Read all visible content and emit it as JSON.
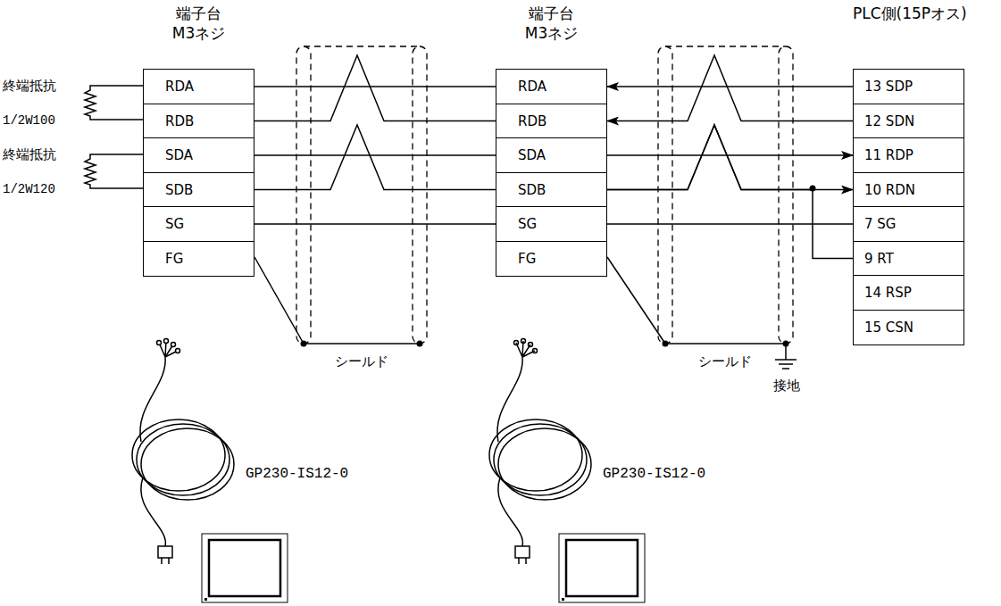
{
  "diagram": {
    "nodes": [
      {
        "text": [
          "端子台 M3ネジ"
        ]
      },
      {
        "text": [
          "RDA"
        ],
        "in": 0
      },
      {
        "text": [
          "RDB"
        ],
        "in": 0
      },
      {
        "text": [
          "SDA"
        ],
        "in": 0
      },
      {
        "text": [
          "SDB"
        ],
        "in": 0
      },
      {
        "text": [
          "SG"
        ],
        "in": 0
      },
      {
        "text": [
          "FG"
        ],
        "in": 0
      },
      {
        "text": [
          "端子台 M3ネジ"
        ]
      },
      {
        "text": [
          "RDA"
        ],
        "in": 7
      },
      {
        "text": [
          "RDB"
        ],
        "in": 7
      },
      {
        "text": [
          "SDA"
        ],
        "in": 7
      },
      {
        "text": [
          "SDB"
        ],
        "in": 7
      },
      {
        "text": [
          "SG"
        ],
        "in": 7
      },
      {
        "text": [
          "FG"
        ],
        "in": 7
      },
      {
        "text": [
          "PLC側(15Pオス)"
        ]
      },
      {
        "text": [
          "13 SDP"
        ],
        "in": 14
      },
      {
        "text": [
          "12 SDN"
        ],
        "in": 14
      },
      {
        "text": [
          "11 RDP"
        ],
        "in": 14
      },
      {
        "text": [
          "10 RDN"
        ],
        "in": 14
      },
      {
        "text": [
          "7 SG"
        ],
        "in": 14
      },
      {
        "text": [
          "9 RT"
        ],
        "in": 14
      },
      {
        "text": [
          "14 RSP"
        ],
        "in": 14
      },
      {
        "text": [
          "15 CSN"
        ],
        "in": 14
      }
    ],
    "edges": [
      {
        "from": 1,
        "to": 8,
        "arrow": "none"
      },
      {
        "from": 2,
        "to": 9,
        "arrow": "none"
      },
      {
        "from": 3,
        "to": 10,
        "arrow": "none"
      },
      {
        "from": 4,
        "to": 11,
        "arrow": "none"
      },
      {
        "from": 5,
        "to": 12,
        "arrow": "none"
      },
      {
        "from": 15,
        "to": 8,
        "arrow": "to"
      },
      {
        "from": 16,
        "to": 9,
        "arrow": "to"
      },
      {
        "from": 10,
        "to": 17,
        "arrow": "to"
      },
      {
        "from": 11,
        "to": 18,
        "arrow": "to"
      },
      {
        "from": 12,
        "to": 19,
        "arrow": "none"
      },
      {
        "from": 11,
        "to": 20,
        "arrow": "none"
      }
    ],
    "labels": [
      "終端抵抗",
      "1/2W100",
      "終端抵抗",
      "1/2W120",
      "シールド",
      "シールド",
      "接地",
      "GP230-IS12-0",
      "GP230-IS12-0"
    ]
  }
}
